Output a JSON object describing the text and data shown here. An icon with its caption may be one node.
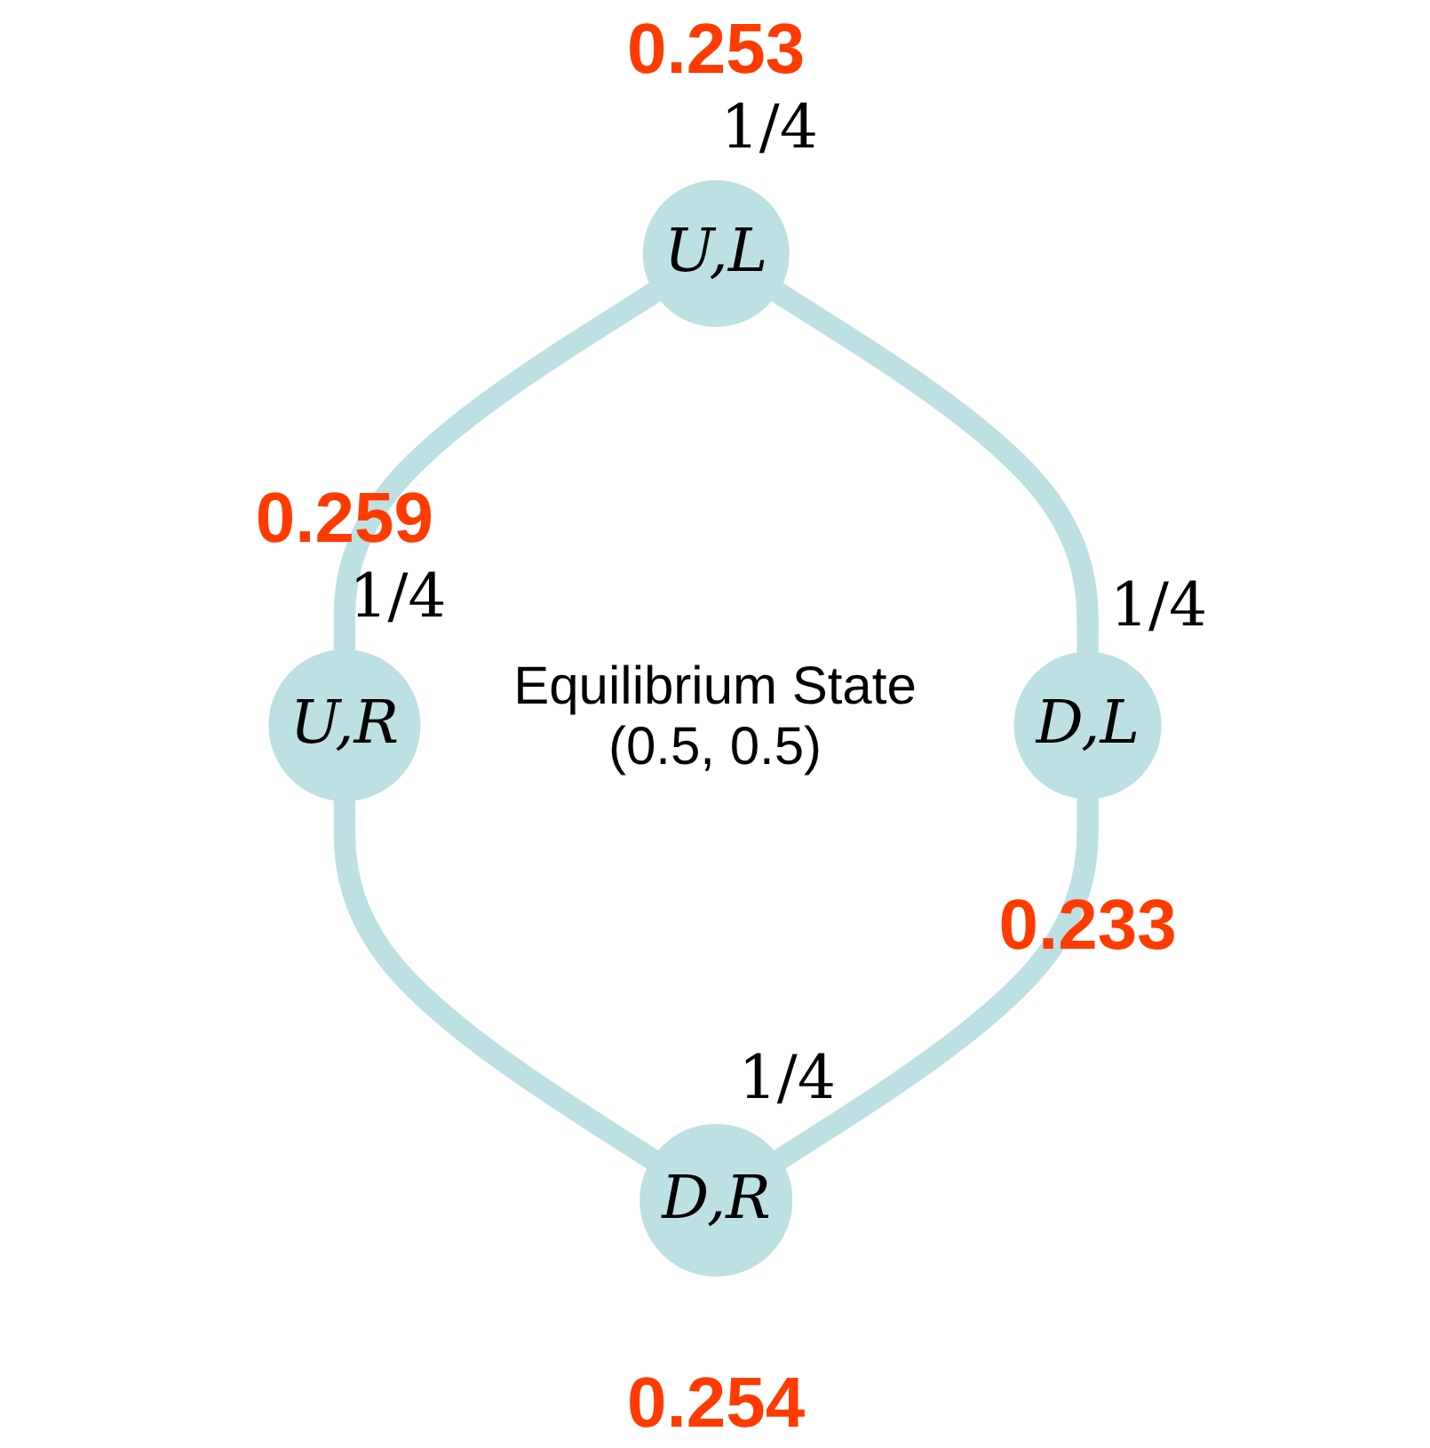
{
  "diagram": {
    "nodes": [
      {
        "text": [
          "U,L"
        ],
        "beside": [
          "0.253",
          "1/4"
        ]
      },
      {
        "text": [
          "U,R"
        ],
        "beside": [
          "0.259",
          "1/4"
        ]
      },
      {
        "text": [
          "D,L"
        ],
        "beside": [
          "1/4",
          "0.233"
        ]
      },
      {
        "text": [
          "D,R"
        ],
        "beside": [
          "1/4",
          "0.254"
        ]
      }
    ],
    "edges": [
      {
        "from": 0,
        "to": 1,
        "arrow": "none"
      },
      {
        "from": 0,
        "to": 2,
        "arrow": "none"
      },
      {
        "from": 1,
        "to": 3,
        "arrow": "none"
      },
      {
        "from": 2,
        "to": 3,
        "arrow": "none"
      }
    ],
    "labels": [
      "Equilibrium State (0.5, 0.5)"
    ]
  }
}
